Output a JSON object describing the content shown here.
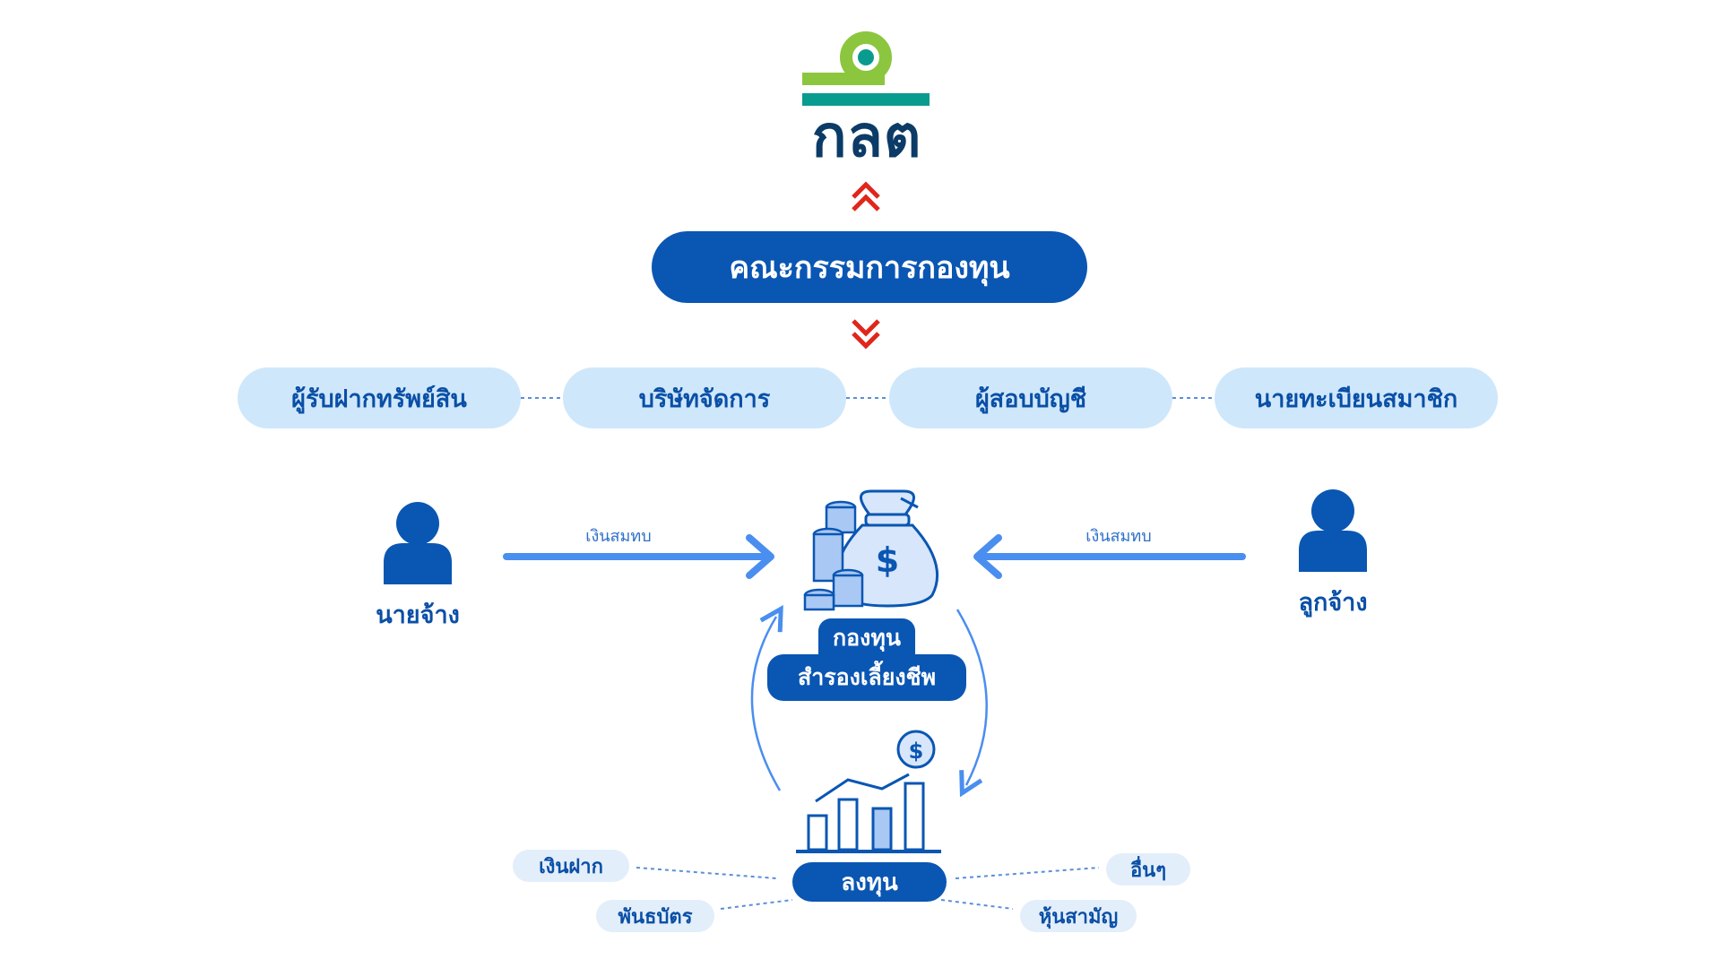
{
  "logo": {
    "text": "กลต",
    "icon": "sec-thailand-logo",
    "colors": {
      "green": "#8cc63f",
      "teal": "#0a9b8f",
      "navy": "#0b3b66"
    }
  },
  "committee": {
    "label": "คณะกรรมการกองทุน"
  },
  "arrows": {
    "up_icon": "double-chevron-up-icon",
    "down_icon": "double-chevron-down-icon",
    "color": "#e0261b"
  },
  "parties": [
    {
      "label": "ผู้รับฝากทรัพย์สิน"
    },
    {
      "label": "บริษัทจัดการ"
    },
    {
      "label": "ผู้สอบบัญชี"
    },
    {
      "label": "นายทะเบียนสมาชิก"
    }
  ],
  "employer": {
    "label": "นายจ้าง",
    "flow_label": "เงินสมทบ",
    "icon": "person-icon"
  },
  "employee": {
    "label": "ลูกจ้าง",
    "flow_label": "เงินสมทบ",
    "icon": "person-icon"
  },
  "fund": {
    "line1": "กองทุน",
    "line2": "สำรองเลี้ยงชีพ",
    "icon": "money-bag-coins-icon"
  },
  "invest": {
    "label": "ลงทุน",
    "icon": "bar-chart-growth-icon"
  },
  "instruments": [
    {
      "label": "เงินฝาก"
    },
    {
      "label": "พันธบัตร"
    },
    {
      "label": "อื่นๆ"
    },
    {
      "label": "หุ้นสามัญ"
    }
  ],
  "colors": {
    "primary": "#0a56b3",
    "light": "#cfe7fb",
    "arrow": "#4a8ef0"
  }
}
